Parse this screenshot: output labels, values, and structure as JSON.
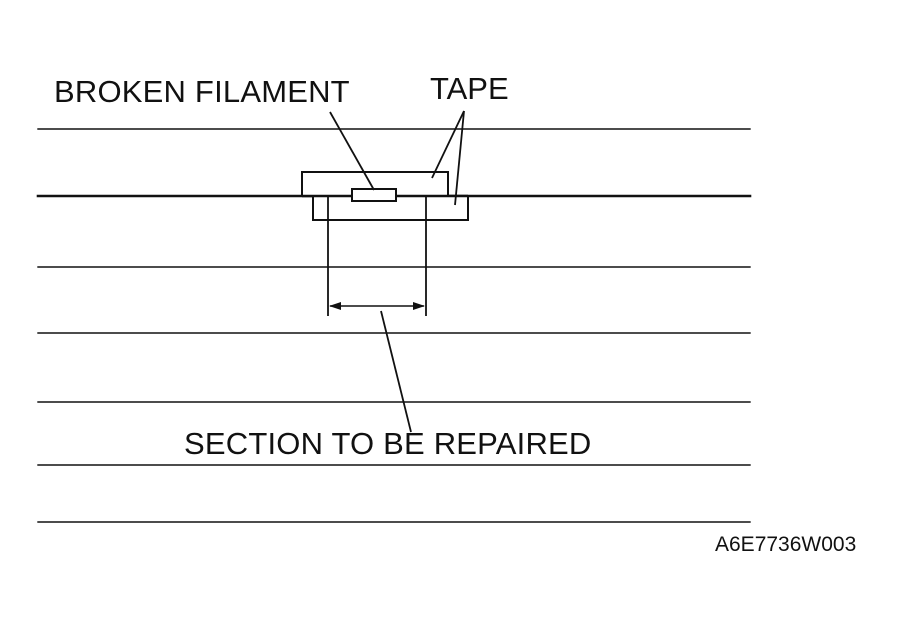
{
  "labels": {
    "broken_filament": "BROKEN FILAMENT",
    "tape": "TAPE",
    "section": "SECTION TO BE REPAIRED",
    "figure_code": "A6E7736W003"
  },
  "colors": {
    "line": "#111111",
    "background": "#ffffff"
  }
}
